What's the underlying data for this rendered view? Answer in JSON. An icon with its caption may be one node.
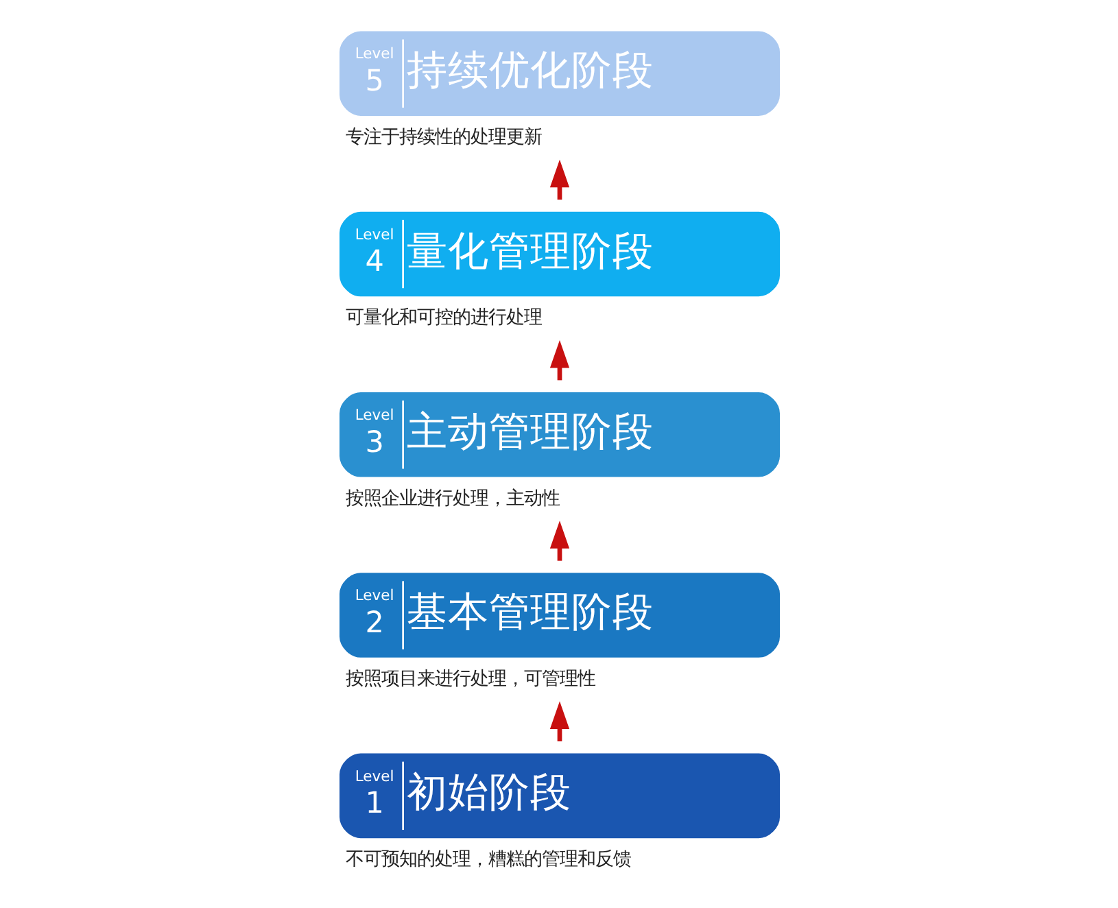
{
  "diagram": {
    "nodes": [
      {
        "text": [
          "Level",
          "1",
          "初始阶段"
        ],
        "beside": [
          "不可预知的处理，糟糕的管理和反馈"
        ]
      },
      {
        "text": [
          "Level",
          "2",
          "基本管理阶段"
        ],
        "beside": [
          "按照项目来进行处理，可管理性"
        ]
      },
      {
        "text": [
          "Level",
          "3",
          "主动管理阶段"
        ],
        "beside": [
          "按照企业进行处理，主动性"
        ]
      },
      {
        "text": [
          "Level",
          "4",
          "量化管理阶段"
        ],
        "beside": [
          "可量化和可控的进行处理"
        ]
      },
      {
        "text": [
          "Level",
          "5",
          "持续优化阶段"
        ],
        "beside": [
          "专注于持续性的处理更新"
        ]
      }
    ],
    "edges": [
      {
        "from": 0,
        "to": 1,
        "arrow": "to"
      },
      {
        "from": 1,
        "to": 2,
        "arrow": "to"
      },
      {
        "from": 2,
        "to": 3,
        "arrow": "to"
      },
      {
        "from": 3,
        "to": 4,
        "arrow": "to"
      }
    ]
  }
}
